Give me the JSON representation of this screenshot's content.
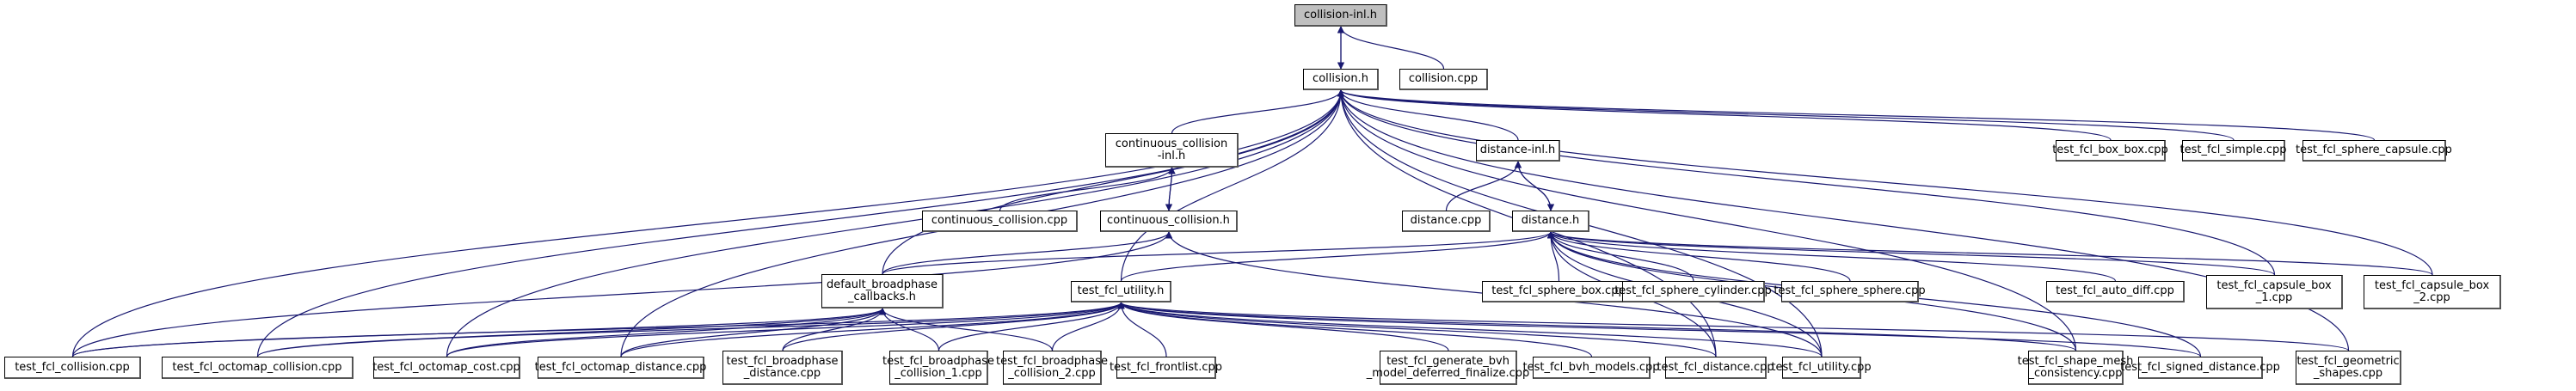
{
  "graph": {
    "title": "collision-inl.h",
    "edge_color": "#191970",
    "root_fill": "#bfbfbf",
    "nodes": [
      {
        "id": "collision_inl_h",
        "label": "collision-inl.h",
        "root": true
      },
      {
        "id": "collision_h",
        "label": "collision.h"
      },
      {
        "id": "collision_cpp",
        "label": "collision.cpp"
      },
      {
        "id": "cc_inl_h",
        "label": "continuous_collision\n-inl.h"
      },
      {
        "id": "distance_inl_h",
        "label": "distance-inl.h"
      },
      {
        "id": "test_fcl_box_box",
        "label": "test_fcl_box_box.cpp"
      },
      {
        "id": "test_fcl_simple",
        "label": "test_fcl_simple.cpp"
      },
      {
        "id": "test_fcl_sphere_capsule",
        "label": "test_fcl_sphere_capsule.cpp"
      },
      {
        "id": "cc_cpp",
        "label": "continuous_collision.cpp"
      },
      {
        "id": "cc_h",
        "label": "continuous_collision.h"
      },
      {
        "id": "distance_cpp",
        "label": "distance.cpp"
      },
      {
        "id": "distance_h",
        "label": "distance.h"
      },
      {
        "id": "dbc_h",
        "label": "default_broadphase\n_callbacks.h"
      },
      {
        "id": "utility_h",
        "label": "test_fcl_utility.h"
      },
      {
        "id": "sphere_box",
        "label": "test_fcl_sphere_box.cpp"
      },
      {
        "id": "sphere_cylinder",
        "label": "test_fcl_sphere_cylinder.cpp"
      },
      {
        "id": "sphere_sphere",
        "label": "test_fcl_sphere_sphere.cpp"
      },
      {
        "id": "auto_diff",
        "label": "test_fcl_auto_diff.cpp"
      },
      {
        "id": "capsule_box_1",
        "label": "test_fcl_capsule_box\n_1.cpp"
      },
      {
        "id": "capsule_box_2",
        "label": "test_fcl_capsule_box\n_2.cpp"
      },
      {
        "id": "t_collision",
        "label": "test_fcl_collision.cpp"
      },
      {
        "id": "t_octomap_collision",
        "label": "test_fcl_octomap_collision.cpp"
      },
      {
        "id": "t_octomap_cost",
        "label": "test_fcl_octomap_cost.cpp"
      },
      {
        "id": "t_octomap_distance",
        "label": "test_fcl_octomap_distance.cpp"
      },
      {
        "id": "t_bp_distance",
        "label": "test_fcl_broadphase\n_distance.cpp"
      },
      {
        "id": "t_bp_collision_1",
        "label": "test_fcl_broadphase\n_collision_1.cpp"
      },
      {
        "id": "t_bp_collision_2",
        "label": "test_fcl_broadphase\n_collision_2.cpp"
      },
      {
        "id": "t_frontlist",
        "label": "test_fcl_frontlist.cpp"
      },
      {
        "id": "t_gen_bvh",
        "label": "test_fcl_generate_bvh\n_model_deferred_finalize.cpp"
      },
      {
        "id": "t_bvh_models",
        "label": "test_fcl_bvh_models.cpp"
      },
      {
        "id": "t_distance",
        "label": "test_fcl_distance.cpp"
      },
      {
        "id": "t_utility",
        "label": "test_fcl_utility.cpp"
      },
      {
        "id": "t_shape_mesh",
        "label": "test_fcl_shape_mesh\n_consistency.cpp"
      },
      {
        "id": "t_signed_distance",
        "label": "test_fcl_signed_distance.cpp"
      },
      {
        "id": "t_geometric_shapes",
        "label": "test_fcl_geometric\n_shapes.cpp"
      }
    ],
    "edges": [
      [
        "collision_h",
        "collision_inl_h"
      ],
      [
        "collision_inl_h",
        "collision_h"
      ],
      [
        "collision_cpp",
        "collision_inl_h"
      ],
      [
        "cc_inl_h",
        "collision_h"
      ],
      [
        "distance_inl_h",
        "collision_h"
      ],
      [
        "test_fcl_box_box",
        "collision_h"
      ],
      [
        "test_fcl_simple",
        "collision_h"
      ],
      [
        "test_fcl_sphere_capsule",
        "collision_h"
      ],
      [
        "cc_cpp",
        "cc_inl_h"
      ],
      [
        "cc_h",
        "cc_inl_h"
      ],
      [
        "cc_inl_h",
        "cc_h"
      ],
      [
        "distance_cpp",
        "distance_inl_h"
      ],
      [
        "distance_h",
        "distance_inl_h"
      ],
      [
        "distance_inl_h",
        "distance_h"
      ],
      [
        "dbc_h",
        "collision_h"
      ],
      [
        "dbc_h",
        "cc_h"
      ],
      [
        "dbc_h",
        "distance_h"
      ],
      [
        "utility_h",
        "collision_h"
      ],
      [
        "utility_h",
        "distance_h"
      ],
      [
        "sphere_box",
        "distance_h"
      ],
      [
        "sphere_cylinder",
        "distance_h"
      ],
      [
        "sphere_sphere",
        "distance_h"
      ],
      [
        "auto_diff",
        "distance_h"
      ],
      [
        "capsule_box_1",
        "distance_h"
      ],
      [
        "capsule_box_2",
        "distance_h"
      ],
      [
        "capsule_box_1",
        "collision_h"
      ],
      [
        "capsule_box_2",
        "collision_h"
      ],
      [
        "t_collision",
        "collision_h"
      ],
      [
        "t_collision",
        "cc_h"
      ],
      [
        "t_collision",
        "dbc_h"
      ],
      [
        "t_collision",
        "utility_h"
      ],
      [
        "t_octomap_collision",
        "collision_h"
      ],
      [
        "t_octomap_collision",
        "dbc_h"
      ],
      [
        "t_octomap_collision",
        "utility_h"
      ],
      [
        "t_octomap_cost",
        "collision_h"
      ],
      [
        "t_octomap_cost",
        "dbc_h"
      ],
      [
        "t_octomap_cost",
        "utility_h"
      ],
      [
        "t_octomap_distance",
        "collision_h"
      ],
      [
        "t_octomap_distance",
        "dbc_h"
      ],
      [
        "t_octomap_distance",
        "utility_h"
      ],
      [
        "t_bp_distance",
        "dbc_h"
      ],
      [
        "t_bp_distance",
        "utility_h"
      ],
      [
        "t_bp_collision_1",
        "dbc_h"
      ],
      [
        "t_bp_collision_1",
        "utility_h"
      ],
      [
        "t_bp_collision_2",
        "dbc_h"
      ],
      [
        "t_bp_collision_2",
        "utility_h"
      ],
      [
        "t_frontlist",
        "utility_h"
      ],
      [
        "t_gen_bvh",
        "utility_h"
      ],
      [
        "t_bvh_models",
        "utility_h"
      ],
      [
        "t_distance",
        "utility_h"
      ],
      [
        "t_distance",
        "distance_h"
      ],
      [
        "t_distance",
        "collision_h"
      ],
      [
        "t_utility",
        "utility_h"
      ],
      [
        "t_utility",
        "distance_h"
      ],
      [
        "t_utility",
        "collision_h"
      ],
      [
        "t_utility",
        "cc_h"
      ],
      [
        "t_shape_mesh",
        "utility_h"
      ],
      [
        "t_shape_mesh",
        "distance_h"
      ],
      [
        "t_shape_mesh",
        "collision_h"
      ],
      [
        "t_signed_distance",
        "utility_h"
      ],
      [
        "t_signed_distance",
        "distance_h"
      ],
      [
        "t_geometric_shapes",
        "utility_h"
      ],
      [
        "t_geometric_shapes",
        "collision_h"
      ]
    ]
  }
}
